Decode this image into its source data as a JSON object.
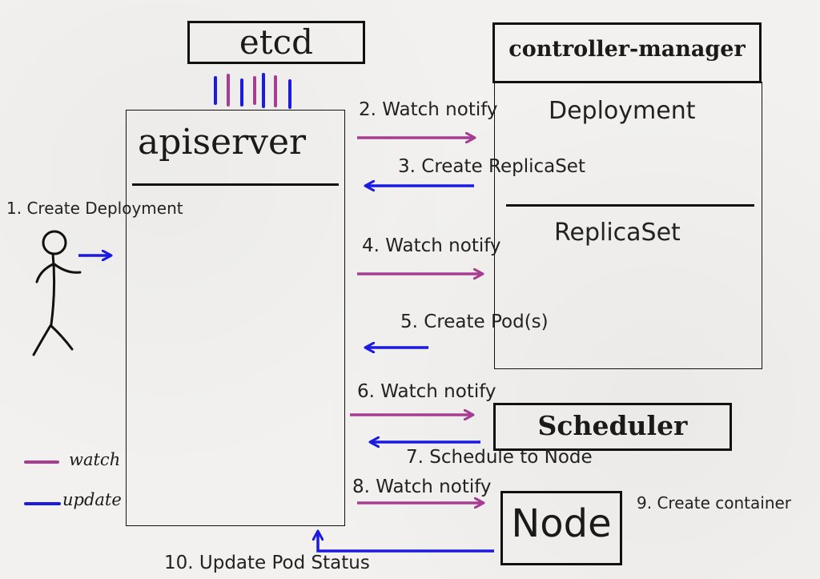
{
  "components": {
    "etcd": "etcd",
    "controller_manager": "controller-manager",
    "deployment": "Deployment",
    "replicaset": "ReplicaSet",
    "apiserver": "apiserver",
    "scheduler": "Scheduler",
    "node": "Node"
  },
  "steps": {
    "s1": "1. Create Deployment",
    "s2": "2. Watch notify",
    "s3": "3. Create ReplicaSet",
    "s4": "4. Watch notify",
    "s5": "5. Create Pod(s)",
    "s6": "6. Watch notify",
    "s7": "7. Schedule to Node",
    "s8": "8. Watch notify",
    "s9": "9. Create container",
    "s10": "10. Update Pod Status"
  },
  "legend": {
    "watch": "watch",
    "update": "update"
  },
  "colors": {
    "watch": "#a63d92",
    "update": "#1a1ae0",
    "outline": "#111111"
  }
}
